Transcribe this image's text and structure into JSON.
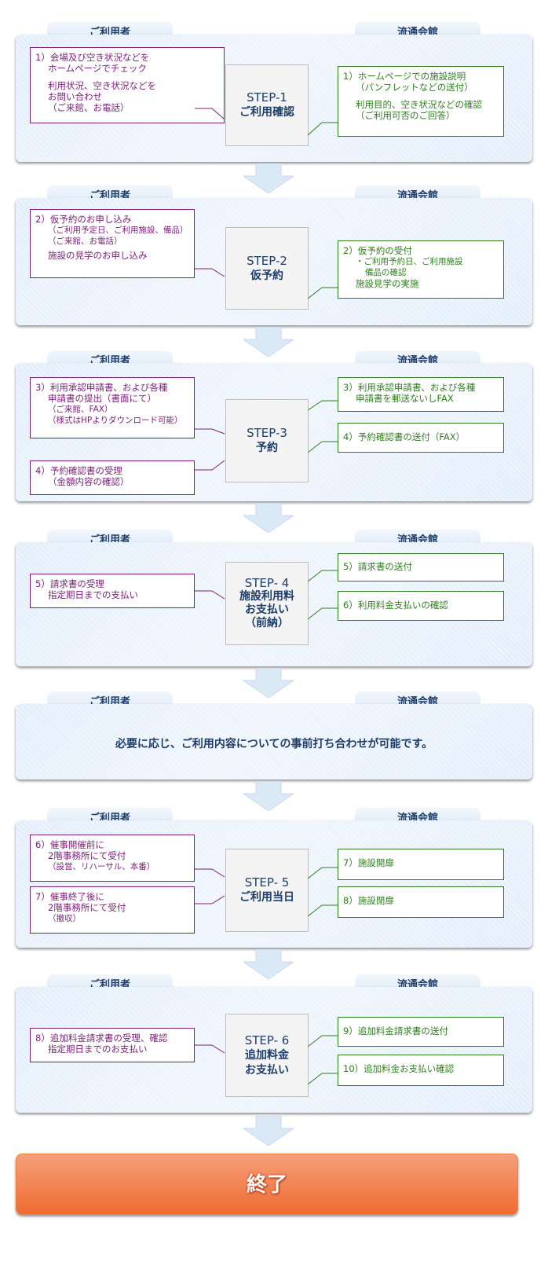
{
  "tabs": {
    "user": "ご利用者",
    "hall": "流通会館"
  },
  "steps": [
    {
      "num": "STEP-1",
      "title": "ご利用確認",
      "user": [
        {
          "lines": [
            "1）会場及び空き状況などを",
            "ホームページでチェック",
            "",
            "利用状況、空き状況などを",
            "お問い合わせ",
            "（ご来館、お電話）"
          ]
        }
      ],
      "hall": [
        {
          "lines": [
            "1）ホームページでの施設説明",
            "（パンフレットなどの送付）",
            "",
            "利用目的、空き状況などの確認",
            "（ご利用可否のご回答）"
          ]
        }
      ]
    },
    {
      "num": "STEP-2",
      "title": "仮予約",
      "user": [
        {
          "lines": [
            "2）仮予約のお申し込み",
            "（ご利用予定日、ご利用施設、備品）",
            "（ご来館、お電話）",
            "施設の見学のお申し込み"
          ]
        }
      ],
      "hall": [
        {
          "lines": [
            "2）仮予約の受付",
            "・ご利用予約日、ご利用施設",
            "備品の確認",
            "施設見学の実施"
          ]
        }
      ]
    },
    {
      "num": "STEP-3",
      "title": "予約",
      "user": [
        {
          "lines": [
            "3）利用承認申請書、および各種",
            "申請書の提出（書面にて）",
            "（ご来館、FAX）",
            "（様式はHPよりダウンロード可能）"
          ]
        },
        {
          "lines": [
            "4）予約確認書の受理",
            "（金額内容の確認）"
          ]
        }
      ],
      "hall": [
        {
          "lines": [
            "3）利用承認申請書、および各種",
            "申請書を郵送ないしFAX"
          ]
        },
        {
          "lines": [
            "4）予約確認書の送付（FAX）"
          ]
        }
      ]
    },
    {
      "num": "STEP- 4",
      "title": "施設利用料",
      "title2": "お支払い",
      "title3": "（前納）",
      "user": [
        {
          "lines": [
            "5）請求書の受理",
            "指定期日までの支払い"
          ]
        }
      ],
      "hall": [
        {
          "lines": [
            "5）請求書の送付"
          ]
        },
        {
          "lines": [
            "6）利用料金支払いの確認"
          ]
        }
      ]
    },
    {
      "note": "必要に応じ、ご利用内容についての事前打ち合わせが可能です。"
    },
    {
      "num": "STEP- 5",
      "title": "ご利用当日",
      "user": [
        {
          "lines": [
            "6）催事開催前に",
            "2階事務所にて受付",
            "（設営、リハーサル、本番）"
          ]
        },
        {
          "lines": [
            "7）催事終了後に",
            "2階事務所にて受付",
            "（撤収）"
          ]
        }
      ],
      "hall": [
        {
          "lines": [
            "7）施設開扉"
          ]
        },
        {
          "lines": [
            "8）施設閉扉"
          ]
        }
      ]
    },
    {
      "num": "STEP- 6",
      "title": "追加料金",
      "title2": "お支払い",
      "user": [
        {
          "lines": [
            "8）追加料金請求書の受理、確認",
            "指定期日までのお支払い"
          ]
        }
      ],
      "hall": [
        {
          "lines": [
            "9）追加料金請求書の送付"
          ]
        },
        {
          "lines": [
            "10）追加料金お支払い確認"
          ]
        }
      ]
    }
  ],
  "end_label": "終了"
}
